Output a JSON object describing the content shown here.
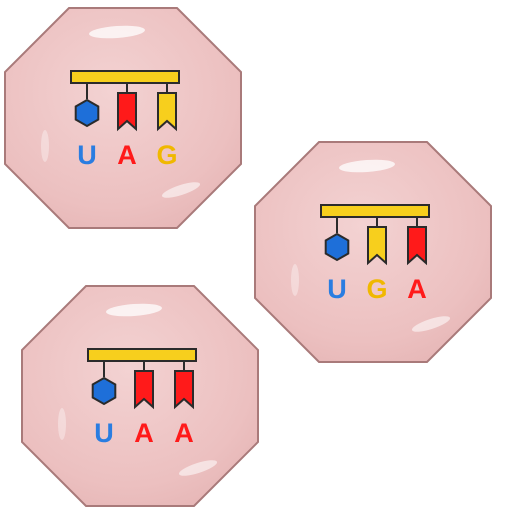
{
  "colors": {
    "tile_fill": "#edc4c4",
    "tile_stroke": "#a97a7a",
    "backbone_fill": "#f7cf1d",
    "outline": "#2b2b2b",
    "hexagon_U": "#1e6fd9",
    "ribbon_A": "#ff1a1a",
    "ribbon_G": "#f7cf1d",
    "letter_U": "#2a7de1",
    "letter_A": "#ff1a1a",
    "letter_G": "#f0b800"
  },
  "tiles": [
    {
      "name": "codon-tile-uag",
      "bases": [
        {
          "letter": "U",
          "shape": "hexagon-icon"
        },
        {
          "letter": "A",
          "shape": "ribbon-icon"
        },
        {
          "letter": "G",
          "shape": "ribbon-icon"
        }
      ]
    },
    {
      "name": "codon-tile-uga",
      "bases": [
        {
          "letter": "U",
          "shape": "hexagon-icon"
        },
        {
          "letter": "G",
          "shape": "ribbon-icon"
        },
        {
          "letter": "A",
          "shape": "ribbon-icon"
        }
      ]
    },
    {
      "name": "codon-tile-uaa",
      "bases": [
        {
          "letter": "U",
          "shape": "hexagon-icon"
        },
        {
          "letter": "A",
          "shape": "ribbon-icon"
        },
        {
          "letter": "A",
          "shape": "ribbon-icon"
        }
      ]
    }
  ]
}
